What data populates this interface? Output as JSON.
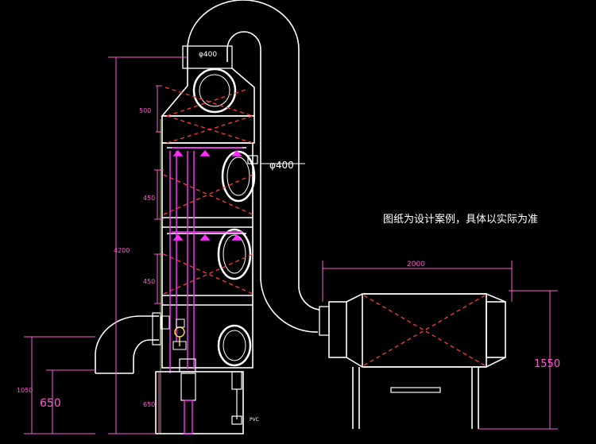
{
  "note": "图纸为设计案例，具体以实际为准",
  "labels": {
    "duct_top_dia": "φ400",
    "duct_side_dia": "φ400",
    "tower_height": "4200",
    "section_top": "500",
    "section_mid1": "450",
    "section_mid2": "450",
    "tank_height": "650",
    "inlet_height": "1050",
    "inlet_low": "650",
    "box_width": "2000",
    "box_height": "1550",
    "pump_tag": "PVC"
  },
  "colors": {
    "structure": "#ffffff",
    "dimension": "#ff5bd6",
    "cross": "#ff3b3b",
    "spray": "#ff2cff",
    "extent": "#c8ff7a"
  }
}
